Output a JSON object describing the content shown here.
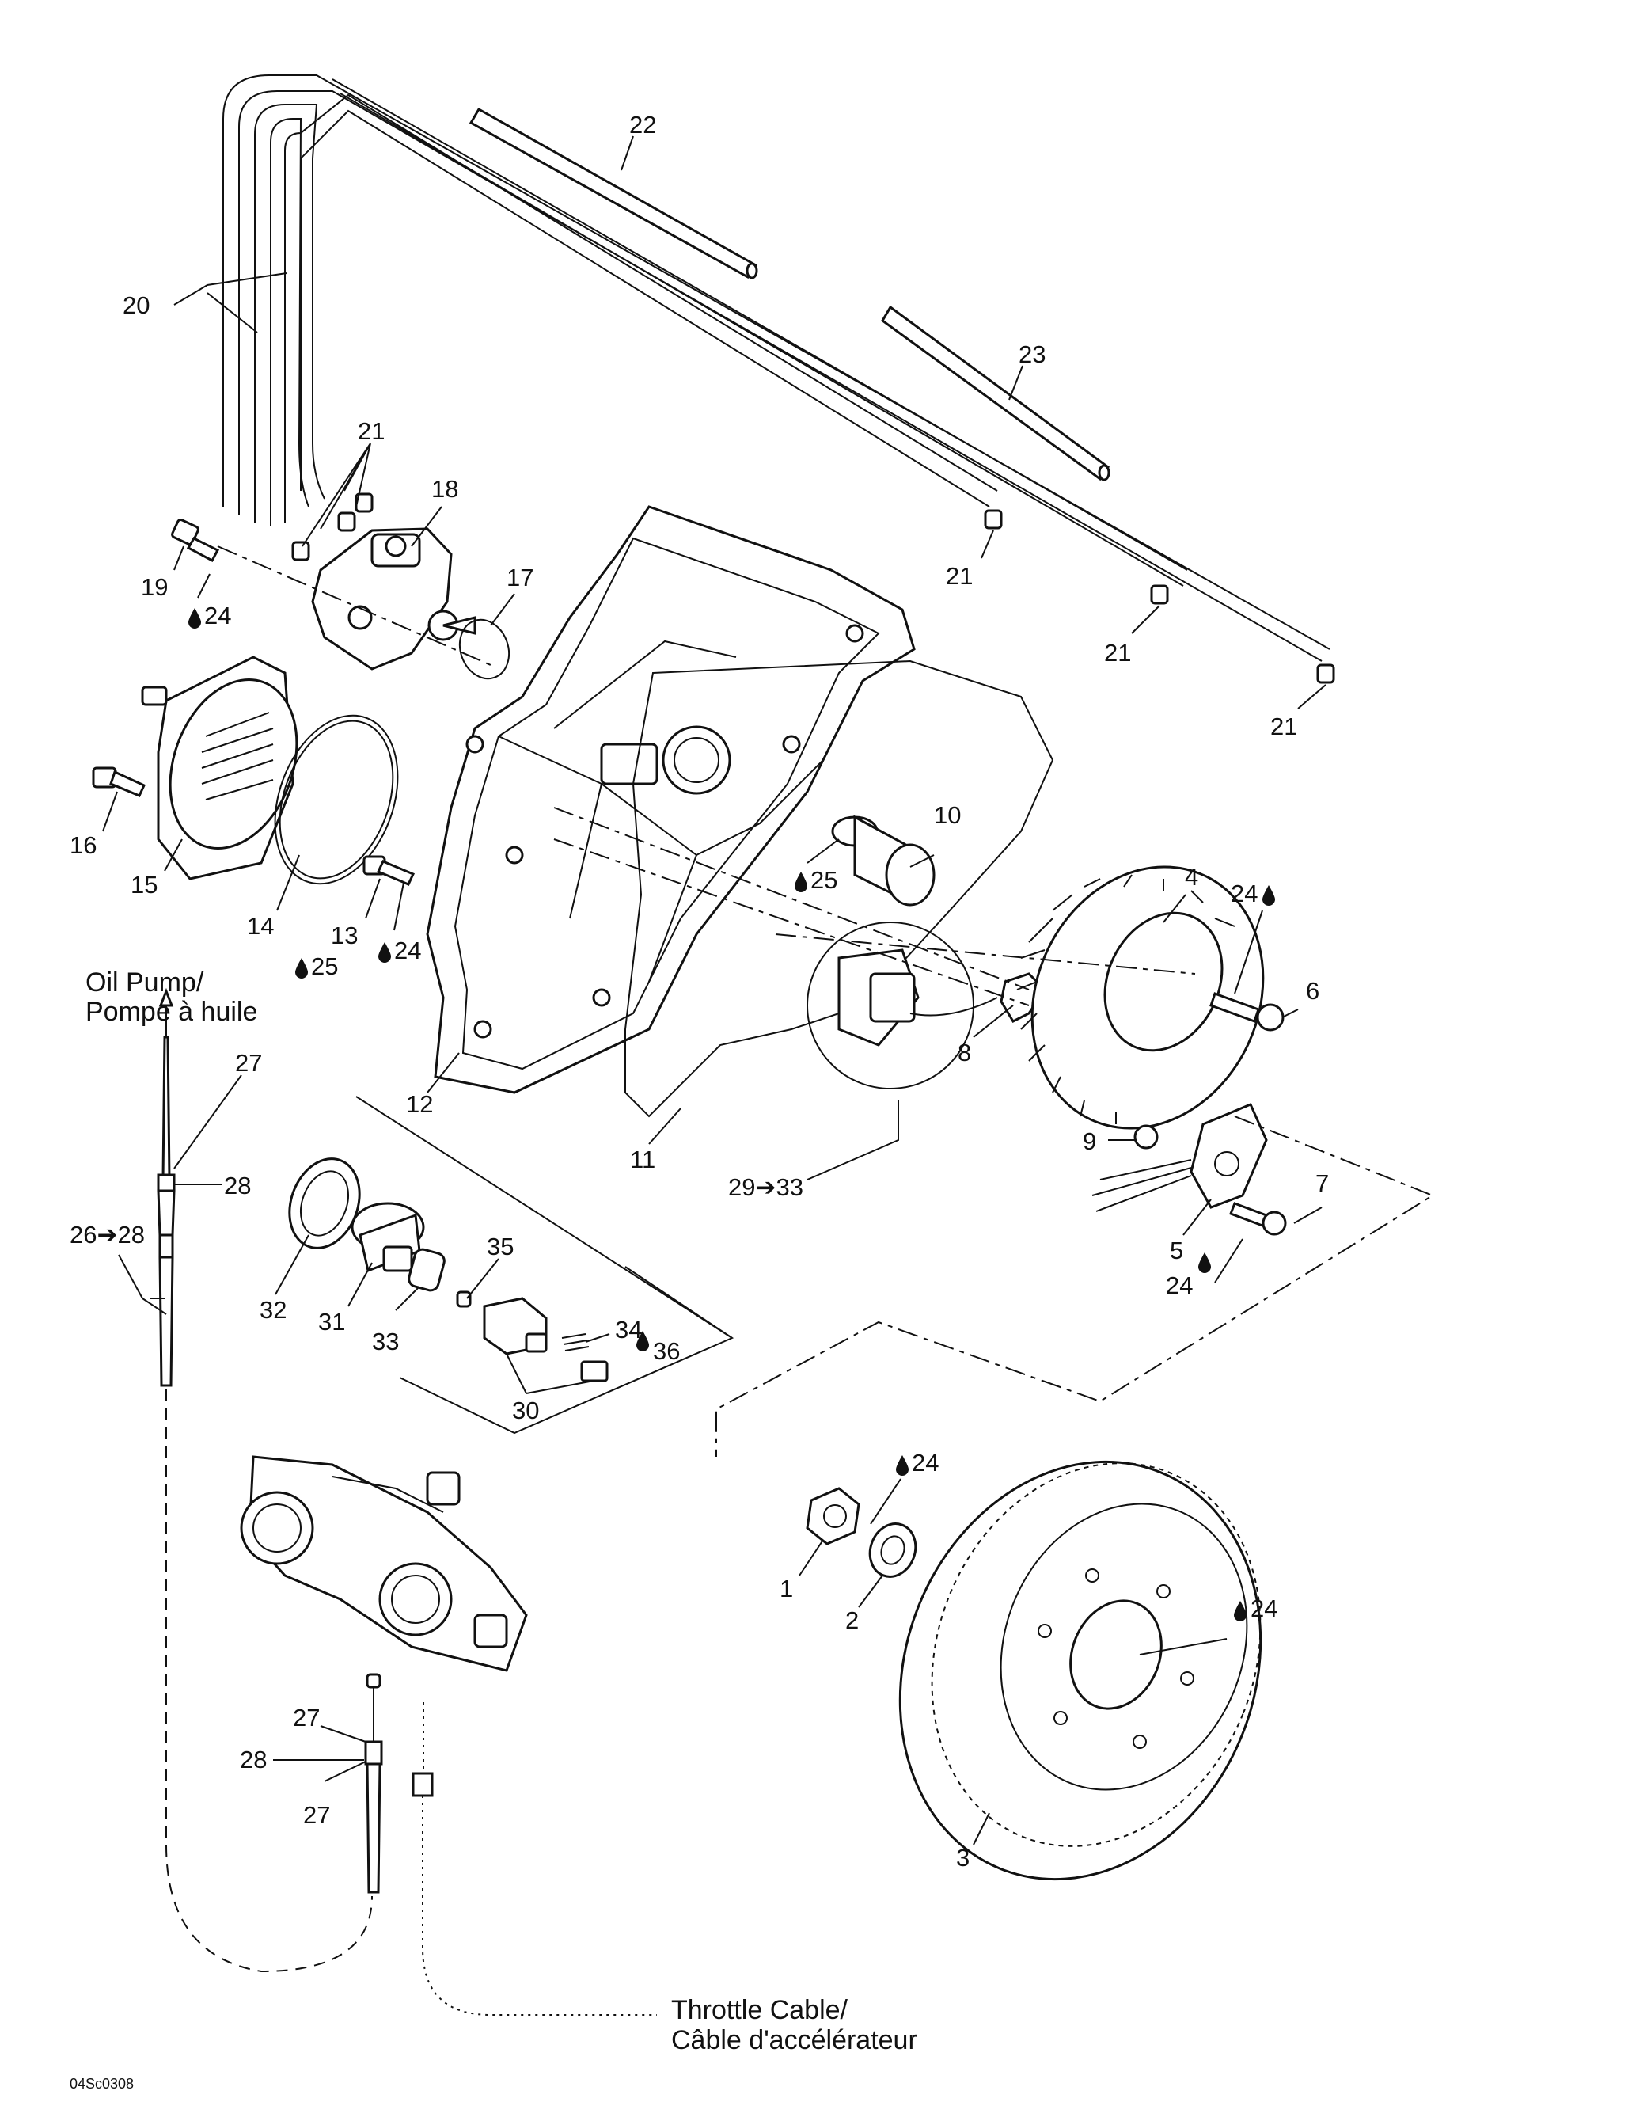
{
  "figure_code": "04Sc0308",
  "notes": {
    "oil_pump_line1": "Oil Pump/",
    "oil_pump_line2": "Pompe à huile",
    "throttle_line1": "Throttle Cable/",
    "throttle_line2": "Câble d'accélérateur"
  },
  "callouts": [
    {
      "id": "c20",
      "text": "20",
      "lube": false
    },
    {
      "id": "c22",
      "text": "22",
      "lube": false
    },
    {
      "id": "c23",
      "text": "23",
      "lube": false
    },
    {
      "id": "c21a",
      "text": "21",
      "lube": false
    },
    {
      "id": "c18",
      "text": "18",
      "lube": false
    },
    {
      "id": "c17",
      "text": "17",
      "lube": false
    },
    {
      "id": "c19",
      "text": "19",
      "lube": false
    },
    {
      "id": "c24a",
      "text": "24",
      "lube": true
    },
    {
      "id": "c21b",
      "text": "21",
      "lube": false
    },
    {
      "id": "c21c",
      "text": "21",
      "lube": false
    },
    {
      "id": "c21d",
      "text": "21",
      "lube": false
    },
    {
      "id": "c16",
      "text": "16",
      "lube": false
    },
    {
      "id": "c15",
      "text": "15",
      "lube": false
    },
    {
      "id": "c14",
      "text": "14",
      "lube": false
    },
    {
      "id": "c13",
      "text": "13",
      "lube": false
    },
    {
      "id": "c25a",
      "text": "25",
      "lube": true
    },
    {
      "id": "c24b",
      "text": "24",
      "lube": true
    },
    {
      "id": "c10",
      "text": "10",
      "lube": false
    },
    {
      "id": "c25b",
      "text": "25",
      "lube": true
    },
    {
      "id": "c4",
      "text": "4",
      "lube": false
    },
    {
      "id": "c24c",
      "text": "24",
      "lube": true
    },
    {
      "id": "c6",
      "text": "6",
      "lube": false
    },
    {
      "id": "c12",
      "text": "12",
      "lube": false
    },
    {
      "id": "c8",
      "text": "8",
      "lube": false
    },
    {
      "id": "c11",
      "text": "11",
      "lube": false
    },
    {
      "id": "c2933",
      "text": "29➔33",
      "lube": false
    },
    {
      "id": "c9",
      "text": "9",
      "lube": false
    },
    {
      "id": "c7",
      "text": "7",
      "lube": false
    },
    {
      "id": "c5",
      "text": "5",
      "lube": false
    },
    {
      "id": "c24d",
      "text": "24",
      "lube": true
    },
    {
      "id": "c27a",
      "text": "27",
      "lube": false
    },
    {
      "id": "c28a",
      "text": "28",
      "lube": false
    },
    {
      "id": "c2628",
      "text": "26➔28",
      "lube": false
    },
    {
      "id": "c32",
      "text": "32",
      "lube": false
    },
    {
      "id": "c35",
      "text": "35",
      "lube": false
    },
    {
      "id": "c31",
      "text": "31",
      "lube": false
    },
    {
      "id": "c33",
      "text": "33",
      "lube": false
    },
    {
      "id": "c34",
      "text": "34",
      "lube": false
    },
    {
      "id": "c36",
      "text": "36",
      "lube": true
    },
    {
      "id": "c30",
      "text": "30",
      "lube": false
    },
    {
      "id": "c24e",
      "text": "24",
      "lube": true
    },
    {
      "id": "c1",
      "text": "1",
      "lube": false
    },
    {
      "id": "c2",
      "text": "2",
      "lube": false
    },
    {
      "id": "c24f",
      "text": "24",
      "lube": true
    },
    {
      "id": "c3",
      "text": "3",
      "lube": false
    },
    {
      "id": "c27b",
      "text": "27",
      "lube": false
    },
    {
      "id": "c28b",
      "text": "28",
      "lube": false
    },
    {
      "id": "c27c",
      "text": "27",
      "lube": false
    }
  ]
}
